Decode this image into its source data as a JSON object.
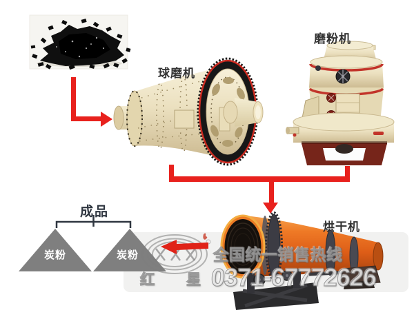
{
  "equipment": {
    "ball_mill_label": "球磨机",
    "grinding_mill_label": "磨粉机",
    "dryer_label": "烘干机"
  },
  "product": {
    "group_label": "成品",
    "left_triangle_label": "炭粉",
    "right_triangle_label": "炭粉"
  },
  "watermark": {
    "brand_first": "红",
    "brand_second": "星",
    "hotline": "全国统一销售热线",
    "phone": "0371-67772626"
  },
  "colors": {
    "arrow_red": "#e8211d",
    "logo_arrow_red": "#e02318",
    "machine_cream": "#ece2c4",
    "gear_black": "#171717",
    "trim_red": "#c2342a",
    "stand_maroon": "#76251a",
    "dryer_orange": "#e56a1e",
    "triangle_gray": "#7f7f7f",
    "label_dark": "#2f3640",
    "watermark_band": "#f1f1f0"
  }
}
